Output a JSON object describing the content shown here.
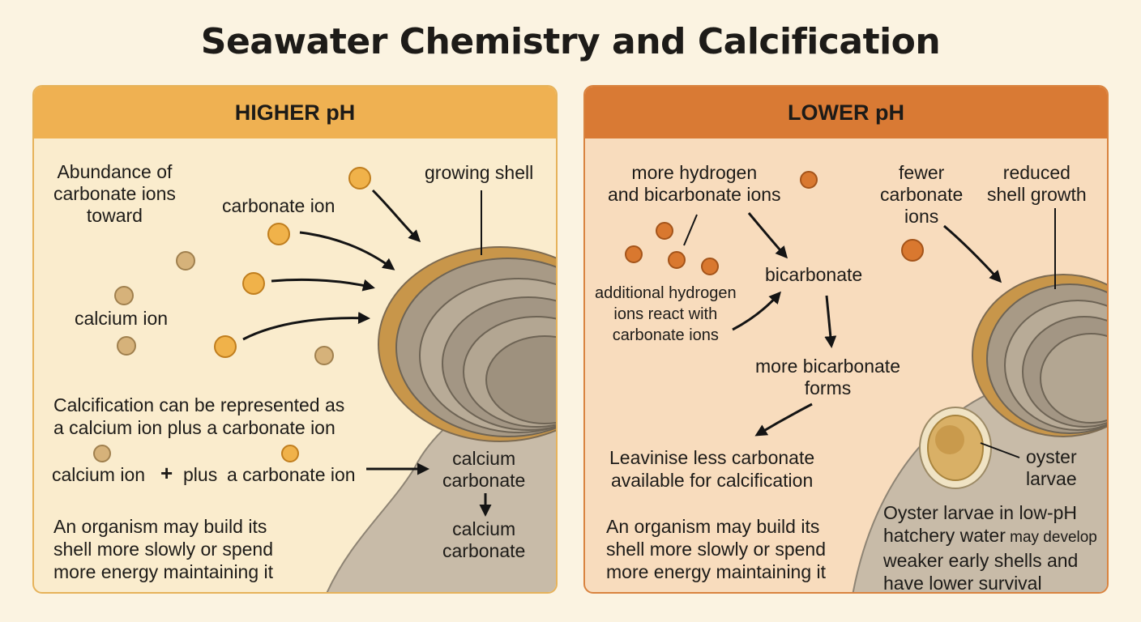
{
  "title": "Seawater Chemistry and Calcification",
  "left": {
    "header": "HIGHER pH",
    "abundance": "Abundance of\ncarbonate ions\ntoward",
    "carbonate_ion": "carbonate ion",
    "growing_shell": "growing shell",
    "calcium_ion": "calcium ion",
    "calcification": "Calcification can be represented as\na calcium ion plus a carbonate ion",
    "eq_calcium": "calcium ion",
    "eq_plus_symbol": "+",
    "eq_plus_word": "plus",
    "eq_carbonate": "a carbonate ion",
    "calcium_carbonate_1": "calcium\ncarbonate",
    "calcium_carbonate_2": "calcium\ncarbonate",
    "organism": "An organism may build its\nshell more slowly or spend\nmore energy maintaining it"
  },
  "right": {
    "header": "LOWER pH",
    "more_hydrogen": "more hydrogen\nand bicarbonate ions",
    "fewer_carbonate": "fewer\ncarbonate\nions",
    "reduced_growth": "reduced\nshell growth",
    "additional_hydrogen": "additional hydrogen\nions react with\ncarbonate ions",
    "bicarbonate": "bicarbonate",
    "more_bicarbonate": "more bicarbonate\nforms",
    "less_carbonate": "Leavinise less carbonate\navailable for calcification",
    "oyster_larvae": "oyster\nlarvae",
    "organism": "An organism may build its\nshell more slowly or spend\nmore energy maintaining it",
    "larvae_note_1": "Oyster larvae in low-pH",
    "larvae_note_2a": "hatchery water",
    "larvae_note_2b": " may develop",
    "larvae_note_3": "weaker early shells and",
    "larvae_note_4": "have lower survival"
  },
  "colors": {
    "carbonate_ion": "#f0b24a",
    "calcium_ion": "#d6b27a",
    "hydrogen_ion": "#d9782f",
    "rock": "#c8bba8",
    "shell_rim": "#c8964a"
  }
}
